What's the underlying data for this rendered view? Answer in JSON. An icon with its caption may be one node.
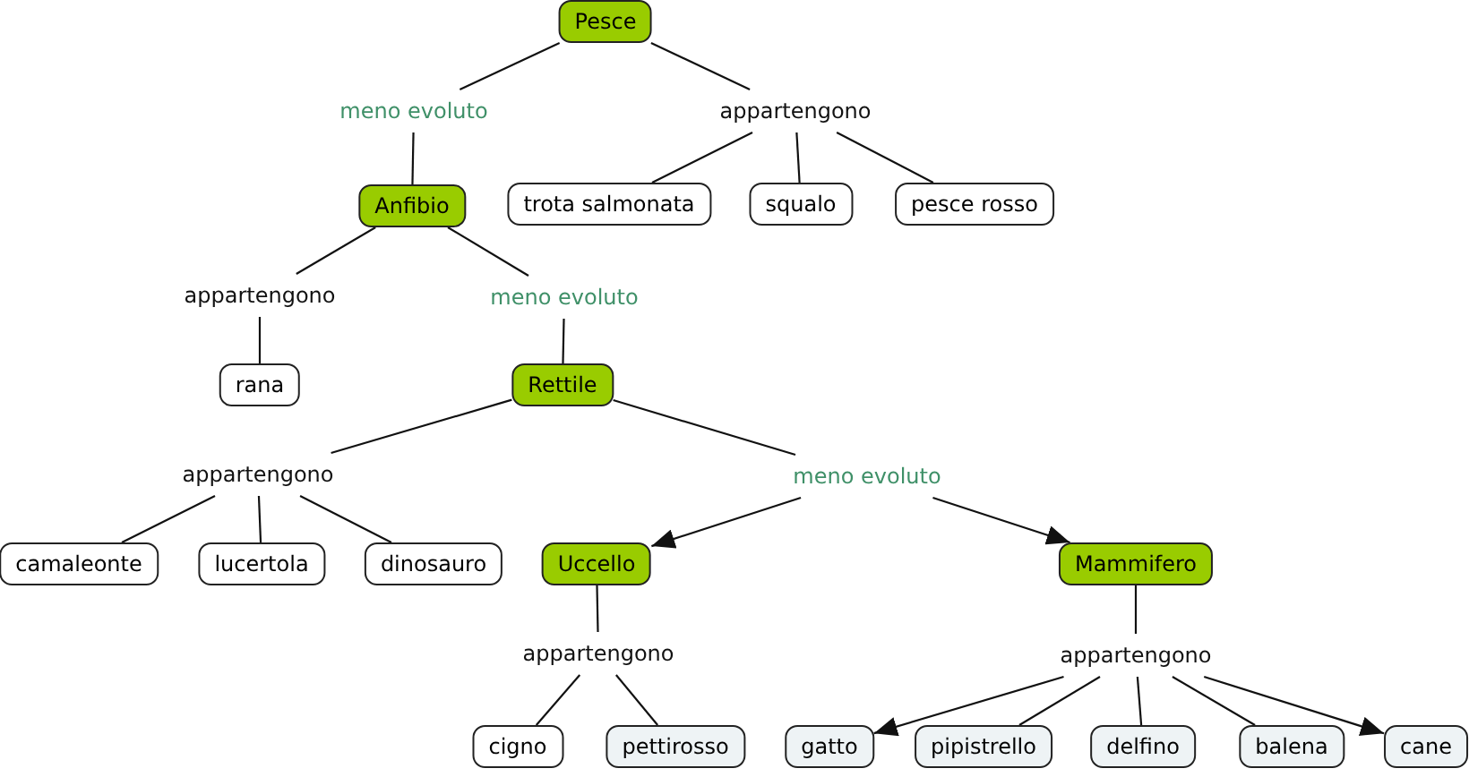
{
  "diagram": {
    "nodes": [
      {
        "text": [
          "Pesce"
        ]
      },
      {
        "text": [
          "meno evoluto"
        ]
      },
      {
        "text": [
          "appartengono"
        ]
      },
      {
        "text": [
          "Anfibio"
        ]
      },
      {
        "text": [
          "trota salmonata"
        ]
      },
      {
        "text": [
          "squalo"
        ]
      },
      {
        "text": [
          "pesce rosso"
        ]
      },
      {
        "text": [
          "appartengono"
        ]
      },
      {
        "text": [
          "meno evoluto"
        ]
      },
      {
        "text": [
          "rana"
        ]
      },
      {
        "text": [
          "Rettile"
        ]
      },
      {
        "text": [
          "appartengono"
        ]
      },
      {
        "text": [
          "meno evoluto"
        ]
      },
      {
        "text": [
          "camaleonte"
        ]
      },
      {
        "text": [
          "lucertola"
        ]
      },
      {
        "text": [
          "dinosauro"
        ]
      },
      {
        "text": [
          "Uccello"
        ]
      },
      {
        "text": [
          "Mammifero"
        ]
      },
      {
        "text": [
          "appartengono"
        ]
      },
      {
        "text": [
          "appartengono"
        ]
      },
      {
        "text": [
          "cigno"
        ]
      },
      {
        "text": [
          "pettirosso"
        ]
      },
      {
        "text": [
          "gatto"
        ]
      },
      {
        "text": [
          "pipistrello"
        ]
      },
      {
        "text": [
          "delfino"
        ]
      },
      {
        "text": [
          "balena"
        ]
      },
      {
        "text": [
          "cane"
        ]
      }
    ],
    "edges": [
      {
        "from": 0,
        "to": 1,
        "arrow": "none"
      },
      {
        "from": 1,
        "to": 3,
        "arrow": "none"
      },
      {
        "from": 0,
        "to": 2,
        "arrow": "none"
      },
      {
        "from": 2,
        "to": 4,
        "arrow": "none"
      },
      {
        "from": 2,
        "to": 5,
        "arrow": "none"
      },
      {
        "from": 2,
        "to": 6,
        "arrow": "none"
      },
      {
        "from": 3,
        "to": 7,
        "arrow": "none"
      },
      {
        "from": 7,
        "to": 9,
        "arrow": "none"
      },
      {
        "from": 3,
        "to": 8,
        "arrow": "none"
      },
      {
        "from": 8,
        "to": 10,
        "arrow": "none"
      },
      {
        "from": 10,
        "to": 11,
        "arrow": "none"
      },
      {
        "from": 11,
        "to": 13,
        "arrow": "none"
      },
      {
        "from": 11,
        "to": 14,
        "arrow": "none"
      },
      {
        "from": 11,
        "to": 15,
        "arrow": "none"
      },
      {
        "from": 10,
        "to": 12,
        "arrow": "none"
      },
      {
        "from": 12,
        "to": 16,
        "arrow": "to"
      },
      {
        "from": 12,
        "to": 17,
        "arrow": "to"
      },
      {
        "from": 16,
        "to": 18,
        "arrow": "none"
      },
      {
        "from": 18,
        "to": 20,
        "arrow": "none"
      },
      {
        "from": 18,
        "to": 21,
        "arrow": "none"
      },
      {
        "from": 17,
        "to": 19,
        "arrow": "none"
      },
      {
        "from": 19,
        "to": 22,
        "arrow": "to"
      },
      {
        "from": 19,
        "to": 23,
        "arrow": "none"
      },
      {
        "from": 19,
        "to": 24,
        "arrow": "none"
      },
      {
        "from": 19,
        "to": 25,
        "arrow": "none"
      },
      {
        "from": 19,
        "to": 26,
        "arrow": "to"
      }
    ]
  }
}
